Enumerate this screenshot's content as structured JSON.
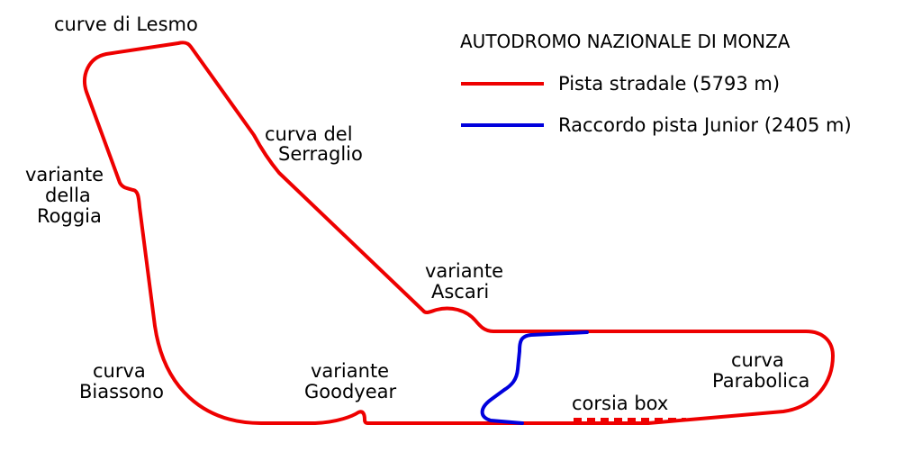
{
  "title": "AUTODROMO NAZIONALE DI MONZA",
  "legend": [
    {
      "label": "Pista stradale (5793 m)",
      "color": "#ee0000"
    },
    {
      "label": "Raccordo pista Junior (2405 m)",
      "color": "#0000dd"
    }
  ],
  "labels": {
    "lesmo": "curve di Lesmo",
    "serraglio_1": "curva del",
    "serraglio_2": "Serraglio",
    "roggia_1": "variante",
    "roggia_2": "della",
    "roggia_3": "Roggia",
    "ascari_1": "variante",
    "ascari_2": "Ascari",
    "biassono_1": "curva",
    "biassono_2": "Biassono",
    "goodyear_1": "variante",
    "goodyear_2": "Goodyear",
    "parabolica_1": "curva",
    "parabolica_2": "Parabolica",
    "pit": "corsia box"
  },
  "colors": {
    "main_track": "#ee0000",
    "junior_track": "#0000dd",
    "pit_lane": "#ee0000"
  }
}
